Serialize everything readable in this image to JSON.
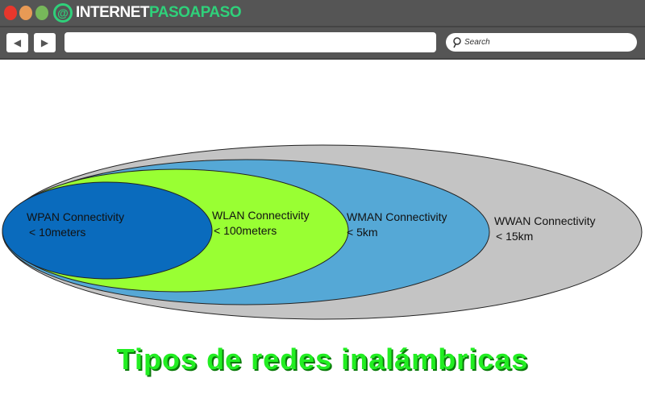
{
  "browser": {
    "logo": {
      "text_white": "INTERNET",
      "text_green": "PASOAPASO"
    },
    "back_icon": "triangle-left",
    "forward_icon": "triangle-right",
    "url_value": "",
    "search_placeholder": "Search"
  },
  "diagram": {
    "ellipses": [
      {
        "name": "WWAN",
        "label": "WWAN Connectivity",
        "range": "< 15km",
        "color": "#c4c4c4"
      },
      {
        "name": "WMAN",
        "label": "WMAN Connectivity",
        "range": "< 5km",
        "color": "#55a8d6"
      },
      {
        "name": "WLAN",
        "label": "WLAN Connectivity",
        "range": "< 100meters",
        "color": "#99ff33"
      },
      {
        "name": "WPAN",
        "label": "WPAN Connectivity",
        "range": "< 10meters",
        "color": "#0a6bbd"
      }
    ]
  },
  "caption": "Tipos de redes inalámbricas"
}
